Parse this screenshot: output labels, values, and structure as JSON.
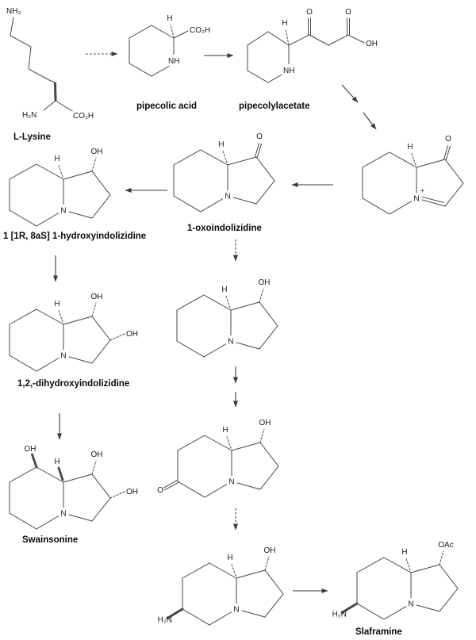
{
  "colors": {
    "background": "#ffffff",
    "line": "#474747",
    "text": "#111111"
  },
  "compounds": {
    "l_lysine": {
      "name": "L-Lysine",
      "atoms": {
        "nh2": "NH₂",
        "h2n": "H₂N",
        "co2h": "CO₂H"
      }
    },
    "pipecolic_acid": {
      "name": "pipecolic acid",
      "atoms": {
        "h": "H",
        "co2h": "CO₂H",
        "nh": "NH"
      }
    },
    "pipecolylacetate": {
      "name": "pipecolylacetate",
      "atoms": {
        "h": "H",
        "o_ketone": "O",
        "o_acid": "O",
        "oh": "OH",
        "nh": "NH"
      }
    },
    "iminium_ion": {
      "atoms": {
        "o": "O",
        "h": "H",
        "n": "N",
        "charge": "+"
      }
    },
    "oxoindolizidine": {
      "name": "1-oxoindolizidine",
      "atoms": {
        "o": "O",
        "h": "H",
        "n": "N"
      }
    },
    "hydroxyindolizidine": {
      "name": "1 [1R, 8aS] 1-hydroxyindolizidine",
      "atoms": {
        "oh": "OH",
        "h": "H",
        "n": "N"
      }
    },
    "dihydroxyindolizidine": {
      "name": "1,2,-dihydroxyindolizidine",
      "atoms": {
        "oh1": "OH",
        "oh2": "OH",
        "h": "H",
        "n": "N"
      }
    },
    "hydroxyindolizidine_intermediate": {
      "atoms": {
        "oh": "OH",
        "h": "H",
        "n": "N"
      }
    },
    "swainsonine": {
      "name": "Swainsonine",
      "atoms": {
        "oh8": "OH",
        "oh1": "OH",
        "oh2": "OH",
        "h": "H",
        "n": "N"
      }
    },
    "oxo_hydroxyindolizidine": {
      "atoms": {
        "o": "O",
        "oh": "OH",
        "h": "H",
        "n": "N"
      }
    },
    "amino_hydroxyindolizidine": {
      "atoms": {
        "h2n": "H₂N",
        "oh": "OH",
        "h": "H",
        "n": "N"
      }
    },
    "slaframine": {
      "name": "Slaframine",
      "atoms": {
        "h2n": "H₂N",
        "oac": "OAc",
        "h": "H",
        "n": "N"
      }
    }
  },
  "arrows": [
    {
      "from": "l_lysine",
      "to": "pipecolic_acid",
      "style": "dashed"
    },
    {
      "from": "pipecolic_acid",
      "to": "pipecolylacetate",
      "style": "solid"
    },
    {
      "from": "pipecolylacetate",
      "to": "iminium_ion",
      "style": "solid-two-step"
    },
    {
      "from": "iminium_ion",
      "to": "oxoindolizidine",
      "style": "solid"
    },
    {
      "from": "oxoindolizidine",
      "to": "hydroxyindolizidine",
      "style": "solid"
    },
    {
      "from": "oxoindolizidine",
      "to": "hydroxyindolizidine_intermediate",
      "style": "dashed"
    },
    {
      "from": "hydroxyindolizidine",
      "to": "dihydroxyindolizidine",
      "style": "solid"
    },
    {
      "from": "hydroxyindolizidine_intermediate",
      "to": "oxo_hydroxyindolizidine",
      "style": "solid-two-step"
    },
    {
      "from": "dihydroxyindolizidine",
      "to": "swainsonine",
      "style": "solid"
    },
    {
      "from": "oxo_hydroxyindolizidine",
      "to": "amino_hydroxyindolizidine",
      "style": "dashed"
    },
    {
      "from": "amino_hydroxyindolizidine",
      "to": "slaframine",
      "style": "solid"
    }
  ]
}
